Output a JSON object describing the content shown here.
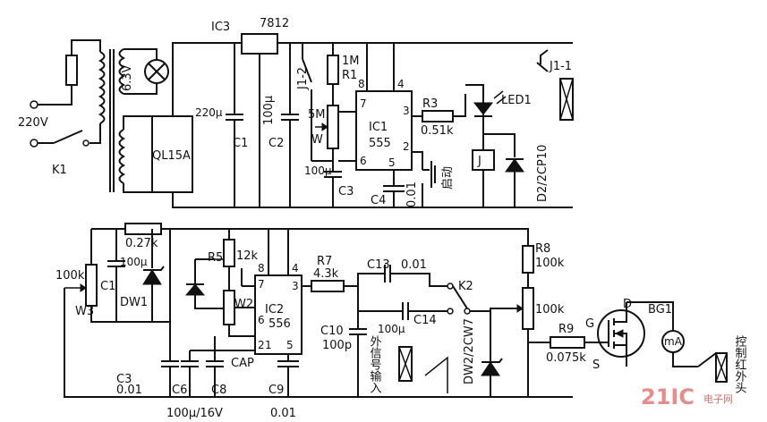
{
  "upper": {
    "supply_voltage": "220V",
    "switch": "K1",
    "lamp_voltage": "6.3V",
    "bridge": "QL15A",
    "regulator_ref": "IC3",
    "regulator_part": "7812",
    "c1_value": "220μ",
    "c1_ref": "C1",
    "c2_value": "100μ",
    "c2_ref": "C2",
    "relay_contact_j12": "J1-2",
    "r1_value": "1M",
    "r1_ref": "R1",
    "pot_value": "5M",
    "pot_ref": "W",
    "c3_value": "100μ",
    "c3_ref": "C3",
    "c4_ref": "C4",
    "c4_value": "0.01",
    "ic1_ref": "IC1",
    "ic1_part": "555",
    "pin8": "8",
    "pin4": "4",
    "pin7": "7",
    "pin3": "3",
    "pin6": "6",
    "pin2": "2",
    "pin5": "5",
    "r3_ref": "R3",
    "r3_value": "0.51k",
    "led_ref": "LED1",
    "relay_coil": "J",
    "start_button": "启动",
    "relay_contact_j11": "J1-1",
    "diode_ref": "D2/2CP10"
  },
  "lower": {
    "r_027k": "0.27k",
    "w3_value": "100k",
    "c1_value": "100μ",
    "c1_ref": "C1",
    "dw1_ref": "DW1",
    "w3_ref": "W3",
    "r5_ref": "R5",
    "r_12k": "12k",
    "w2_ref": "W2",
    "ic2_ref": "IC2",
    "ic2_part": "556",
    "pin8": "8",
    "pin4": "4",
    "pin7": "7",
    "pin3": "3",
    "pin6": "6",
    "pin2": "2",
    "pin1": "1",
    "pin5": "5",
    "cap_label": "CAP",
    "r7_ref": "R7",
    "r7_value": "4.3k",
    "c13_ref": "C13",
    "c13_value": "0.01",
    "k2_ref": "K2",
    "c14_value": "100μ",
    "c14_ref": "C14",
    "c10_ref": "C10",
    "c10_value": "100p",
    "ext_signal_input": "外信号输入",
    "zener_ref": "DW2/2CW7",
    "r8_ref": "R8",
    "r8_value": "100k",
    "pot_value": "100k",
    "r9_ref": "R9",
    "r9_value": "0.075k",
    "gate": "G",
    "drain": "D",
    "source": "S",
    "bg1_ref": "BG1",
    "meter": "mA",
    "c3_ref": "C3",
    "c3_value": "0.01",
    "c6_ref": "C6",
    "c6_value": "100μ/16V",
    "c8_ref": "C8",
    "c9_ref": "C9",
    "c9_value": "0.01",
    "ir_control": "控制红外头"
  },
  "watermark": {
    "logo": "21IC",
    "cn": "电子网"
  }
}
